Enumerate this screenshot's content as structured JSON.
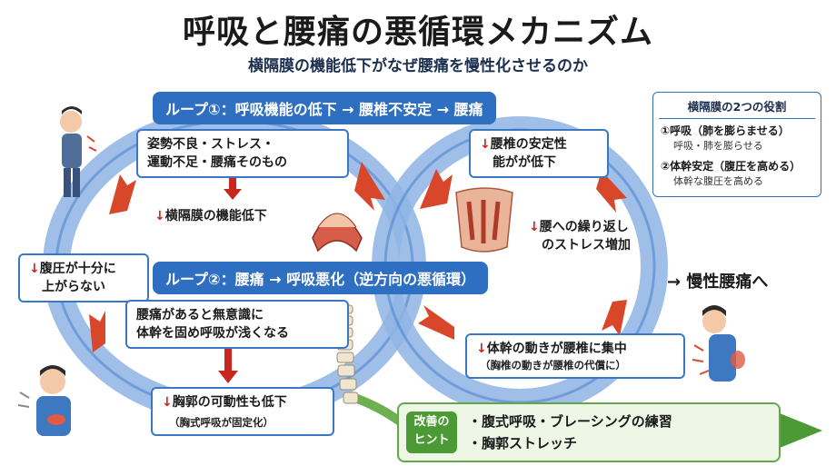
{
  "title": "呼吸と腰痛の悪循環メカニズム",
  "subtitle": "横隔膜の機能低下がなぜ腰痛を慢性化させるのか",
  "loop1": {
    "banner": "ループ①：呼吸機能の低下 → 腰椎不安定 → 腰痛",
    "box_cause_line1": "姿勢不良・ストレス・",
    "box_cause_line2": "運動不足・腰痛そのもの",
    "diaphragm_down": "横隔膜の機能低下",
    "lumbar_down_line1": "腰椎の安定性",
    "lumbar_down_line2": "能がが低下",
    "stress_line1": "腰への繰り返し",
    "stress_line2": "のストレス増加"
  },
  "loop2": {
    "banner": "ループ②：腰痛 → 呼吸悪化（逆方向の悪循環）",
    "pain_line1": "腰痛があると無意識に",
    "pain_line2": "体幹を固め呼吸が浅くなる",
    "rib_down": "胸郭の可動性も低下",
    "rib_sub": "（胸式呼吸が固定化）",
    "trunk_down": "体幹の動きが腰椎に集中",
    "trunk_sub": "（胸椎の動きが腰椎の代償に）",
    "pressure_line1": "腹圧が十分に",
    "pressure_line2": "上がらない"
  },
  "down_arrow": "↓",
  "roles": {
    "heading": "横隔膜の2つの役割",
    "role1_title": "①呼吸（肺を膨らませる）",
    "role1_sub": "呼吸・肺を膨らせる",
    "role2_title": "②体幹安定（腹圧を高める）",
    "role2_sub": "体幹な腹圧を高める"
  },
  "chronic": "→ 慢性腰痛へ",
  "hint": {
    "badge_line1": "改善の",
    "badge_line2": "ヒント",
    "item1": "・腹式呼吸・ブレーシングの練習",
    "item2": "・胸郭ストレッチ"
  },
  "colors": {
    "loop_blue": "#2f6fc2",
    "arrow_red": "#d9472b",
    "down_red": "#d32020",
    "hint_green": "#4c9a36"
  }
}
